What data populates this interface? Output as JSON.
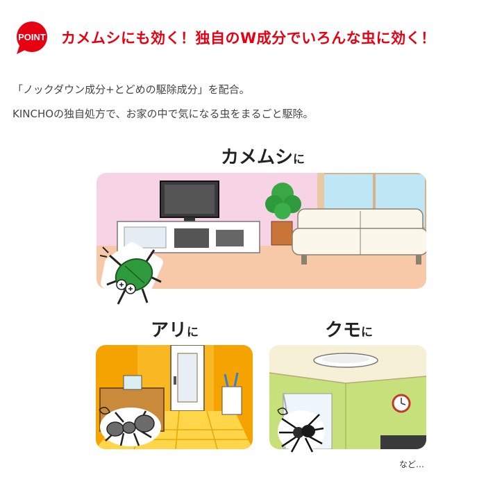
{
  "badge": {
    "text": "POINT",
    "color": "#e60012"
  },
  "headline": "カメムシにも効く！独自のW成分でいろんな虫に効く！",
  "description": [
    "「ノックダウン成分+とどめの駆除成分」を配合。",
    "KINCHOの独自処方で、お家の中で気になる虫をまるごと駆除。"
  ],
  "scenes": {
    "kamemushi": {
      "name": "カメムシ",
      "suffix": "に"
    },
    "ari": {
      "name": "アリ",
      "suffix": "に"
    },
    "kumo": {
      "name": "クモ",
      "suffix": "に"
    }
  },
  "footnote": "など…",
  "colors": {
    "accent": "#e60012",
    "living_wall": "#f7d3e6",
    "hall_wall": "#f5a300",
    "room_wall": "#c6e07c"
  },
  "icons": [
    "stink-bug-icon",
    "ant-icon",
    "spider-icon"
  ]
}
